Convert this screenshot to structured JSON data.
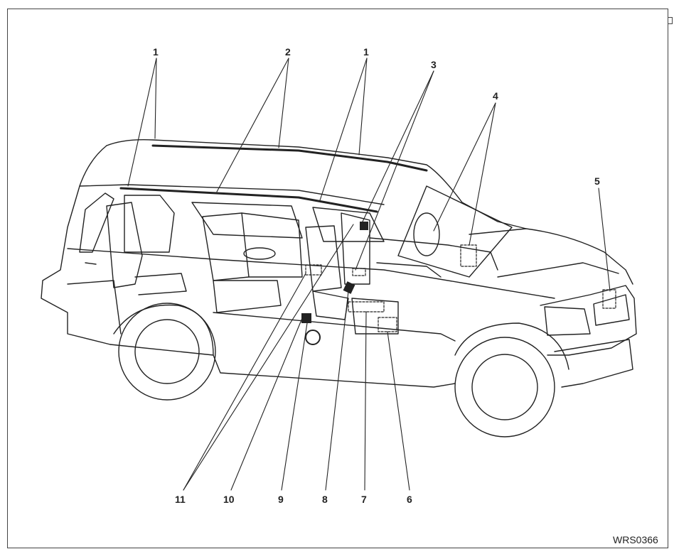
{
  "figure": {
    "code": "WRS0366",
    "callouts": [
      "1",
      "2",
      "1",
      "3",
      "4",
      "5",
      "6",
      "7",
      "8",
      "9",
      "10",
      "11"
    ]
  }
}
